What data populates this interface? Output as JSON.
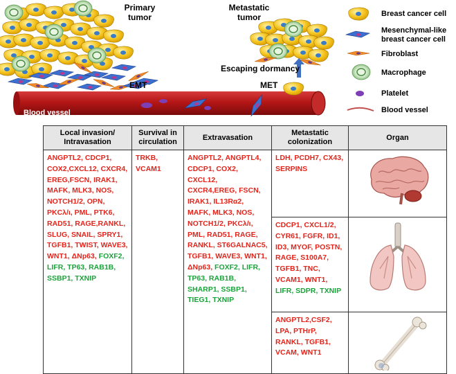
{
  "diagram": {
    "primary_tumor_label": "Primary\ntumor",
    "metastatic_tumor_label": "Metastatic\ntumor",
    "emt_label": "EMT",
    "met_label": "MET",
    "escaping_dormancy_label": "Escaping dormancy",
    "blood_vessel_label": "Blood vessel"
  },
  "legend": [
    {
      "icon": "breast-cancer-cell-icon",
      "label": "Breast cancer cell"
    },
    {
      "icon": "mesenchymal-cell-icon",
      "label": "Mesenchymal-like\nbreast cancer cell"
    },
    {
      "icon": "fibroblast-icon",
      "label": "Fibroblast"
    },
    {
      "icon": "macrophage-icon",
      "label": "Macrophage"
    },
    {
      "icon": "platelet-icon",
      "label": "Platelet"
    },
    {
      "icon": "blood-vessel-icon",
      "label": "Blood vessel"
    }
  ],
  "colors": {
    "gene_red": "#e3241b",
    "gene_green": "#1aa33a",
    "vessel": "#b01818",
    "cancer_cell": "#f3c21b",
    "mesenchymal": "#3b6fd0"
  },
  "table": {
    "headers": [
      "Local invasion/\nIntravasation",
      "Survival in\ncirculation",
      "Extravasation",
      "Metastatic\ncolonization",
      "Organ"
    ],
    "local_invasion": {
      "red": "ANGPTL2, CDCP1, COX2,CXCL12, CXCR4, EREG,FSCN, IRAK1, MAFK, MLK3, NOS, NOTCH1/2, OPN, PKCλ/ι, PML, PTK6, RAD51, RAGE,RANKL, SLUG, SNAIL, SPRY1, TGFB1, TWIST, WAVE3, WNT1, ΔNp63,",
      "green": " FOXF2, LIFR, TP63, RAB1B, SSBP1, TXNIP"
    },
    "survival": {
      "red": "TRKB, VCAM1",
      "green": ""
    },
    "extravasation": {
      "red": "ANGPTL2, ANGPTL4, CDCP1, COX2, CXCL12, CXCR4,EREG, FSCN, IRAK1, IL13Rα2, MAFK, MLK3, NOS, NOTCH1/2, PKCλ/ι, PML, RAD51, RAGE, RANKL, ST6GALNAC5, TGFB1, WAVE3, WNT1, ΔNp63,",
      "green": " FOXF2, LIFR, TP63, RAB1B, SHARP1, SSBP1, TIEG1, TXNIP"
    },
    "colonization_brain": {
      "red": "LDH, PCDH7, CX43, SERPINS",
      "green": ""
    },
    "colonization_lung": {
      "red": "CDCP1, CXCL1/2, CYR61, FGFR, ID1, ID3, MYOF, POSTN, RAGE, S100A7, TGFB1, TNC, VCAM1, WNT1,",
      "green": " LIFR, SDPR, TXNIP"
    },
    "colonization_bone": {
      "red": "ANGPTL2,CSF2, LPA, PTHrP, RANKL, TGFB1, VCAM, WNT1",
      "green": ""
    },
    "organs": [
      "brain-icon",
      "lung-icon",
      "bone-icon"
    ]
  }
}
